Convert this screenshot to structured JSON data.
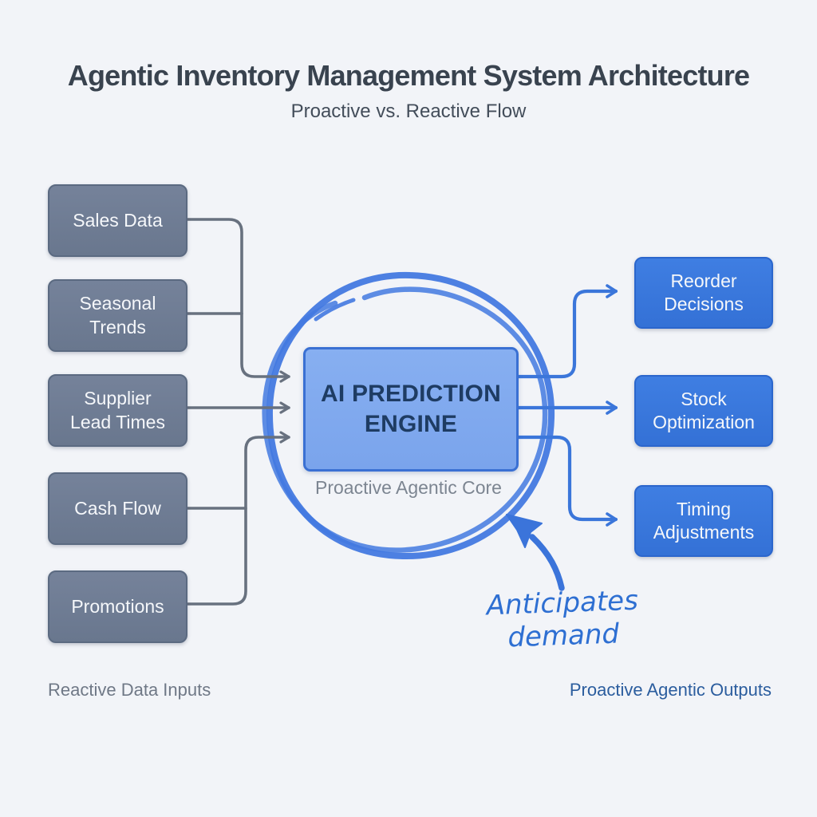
{
  "title": "Agentic Inventory Management System Architecture",
  "subtitle": "Proactive vs. Reactive Flow",
  "inputs": {
    "footer": "Reactive Data Inputs",
    "items": [
      {
        "label": "Sales Data"
      },
      {
        "label": "Seasonal\nTrends"
      },
      {
        "label": "Supplier\nLead Times"
      },
      {
        "label": "Cash Flow"
      },
      {
        "label": "Promotions"
      }
    ]
  },
  "engine": {
    "label": "AI PREDICTION\nENGINE",
    "caption": "Proactive Agentic Core"
  },
  "outputs": {
    "footer": "Proactive Agentic Outputs",
    "items": [
      {
        "label": "Reorder\nDecisions"
      },
      {
        "label": "Stock\nOptimization"
      },
      {
        "label": "Timing\nAdjustments"
      }
    ]
  },
  "annotation": {
    "text": "Anticipates\ndemand"
  },
  "colors": {
    "background": "#f2f4f8",
    "input_box": "#6f7d93",
    "output_box": "#3877db",
    "engine_box": "#81a9ee",
    "engine_border": "#3a70d3",
    "connector_gray": "#68717f",
    "connector_blue": "#3b76da",
    "sketch_blue": "#4379e0",
    "title_text": "#39434f",
    "caption_text": "#7c8591",
    "outputs_footer_text": "#2b5d9e",
    "handwriting_text": "#2e6fd2"
  }
}
